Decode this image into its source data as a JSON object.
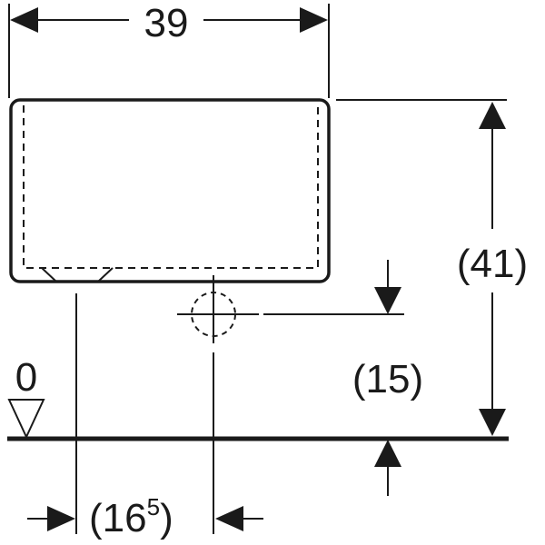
{
  "drawing": {
    "width_label": "39",
    "height_label": "(41)",
    "outlet_height_label": "(15)",
    "outlet_offset_open": "(16",
    "outlet_offset_sup": "5",
    "outlet_offset_close": ")",
    "floor_level_label": "0"
  },
  "colors": {
    "line": "#1a1a1a",
    "background": "#ffffff"
  }
}
